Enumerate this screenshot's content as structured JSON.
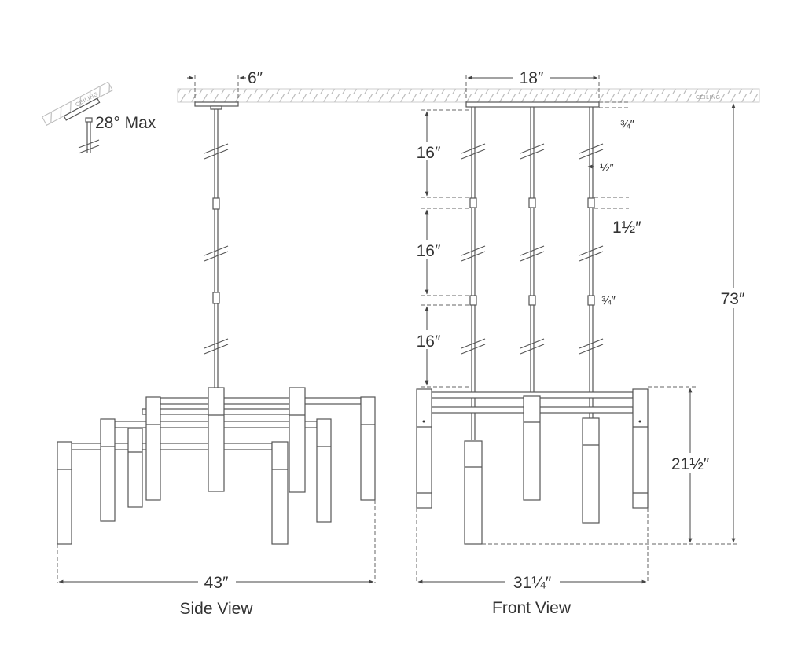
{
  "ceiling_label": "CEILING",
  "slope": {
    "label": "28° Max",
    "ceiling_label": "CEILING"
  },
  "side_view": {
    "title": "Side View",
    "canopy_width": "6″",
    "overall_width": "43″"
  },
  "front_view": {
    "title": "Front View",
    "canopy_width": "18″",
    "canopy_height": "¾″",
    "rod_segments": [
      "16″",
      "16″",
      "16″"
    ],
    "rod_diameter": "½″",
    "coupler_spacing": "1½″",
    "coupler_width": "¾″",
    "overall_height": "73″",
    "fixture_height": "21½″",
    "overall_width": "31¼″"
  }
}
